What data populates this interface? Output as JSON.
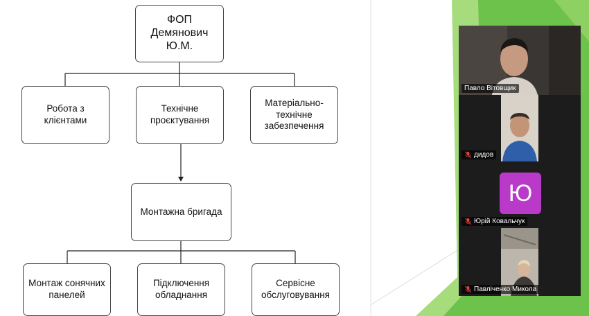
{
  "org_chart": {
    "root": [
      "ФОП",
      "Демянович",
      "Ю.М."
    ],
    "level1": [
      [
        "Робота з",
        "клієнтами"
      ],
      [
        "Технічне",
        "проєктування"
      ],
      [
        "Матеріально-",
        "технічне",
        "забезпечення"
      ]
    ],
    "middle": [
      "Монтажна бригада"
    ],
    "level3": [
      [
        "Монтаж сонячних",
        "панелей"
      ],
      [
        "Підключення",
        "обладнання"
      ],
      [
        "Сервісне",
        "обслуговування"
      ]
    ]
  },
  "participants": [
    {
      "name": "Павло Вітовщик",
      "muted": false,
      "active": true,
      "video": true
    },
    {
      "name": "дидов",
      "muted": true,
      "active": false,
      "video": true
    },
    {
      "name": "Юрій Ковальчук",
      "muted": true,
      "active": false,
      "video": false,
      "initial": "Ю",
      "avatar_color": "#b93ac9"
    },
    {
      "name": "Павліченко Микола",
      "muted": true,
      "active": false,
      "video": true
    }
  ],
  "colors": {
    "slide_accent_green": "#6cc24a",
    "slide_accent_light": "#a6dc7c",
    "active_speaker_border": "#3ec979"
  }
}
